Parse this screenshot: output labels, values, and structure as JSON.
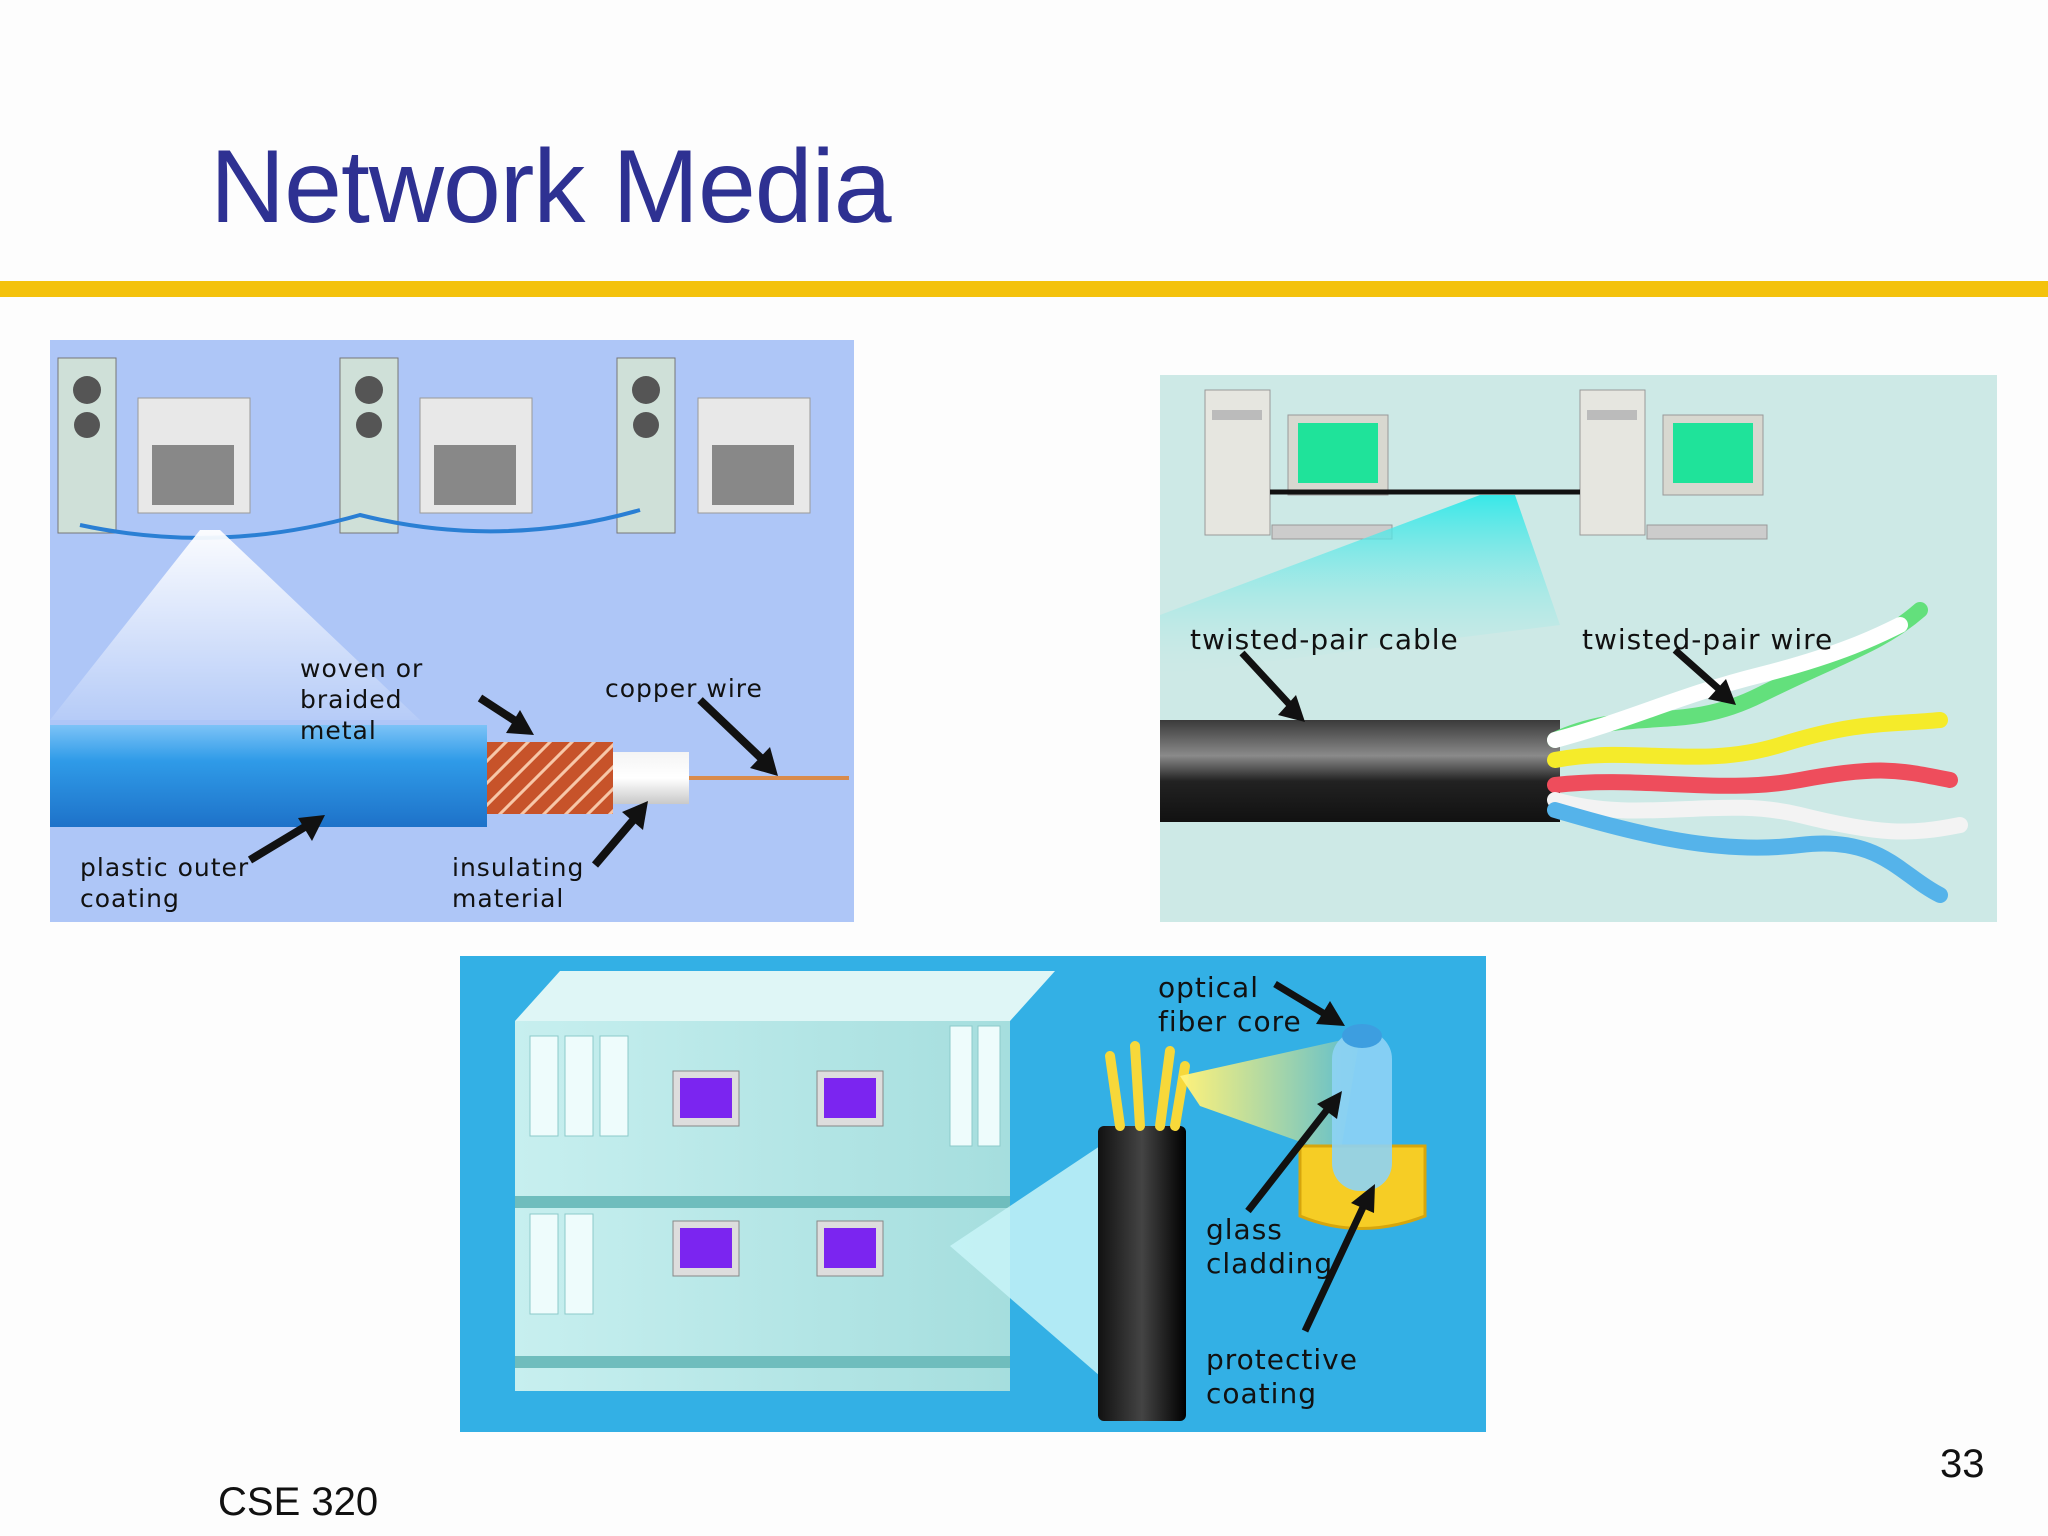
{
  "slide": {
    "title": "Network Media",
    "footer": "CSE 320",
    "page_number": "33",
    "colors": {
      "title": "#2e3192",
      "rule": "#f4c20d"
    }
  },
  "coax_figure": {
    "labels": {
      "woven": "woven or\nbraided\nmetal",
      "copper": "copper wire",
      "plastic": "plastic outer\ncoating",
      "insulating": "insulating\nmaterial"
    }
  },
  "twisted_pair_figure": {
    "labels": {
      "cable": "twisted-pair cable",
      "wire": "twisted-pair wire"
    }
  },
  "fiber_figure": {
    "labels": {
      "core": "optical\nfiber core",
      "cladding": "glass\ncladding",
      "coating": "protective\ncoating"
    }
  }
}
